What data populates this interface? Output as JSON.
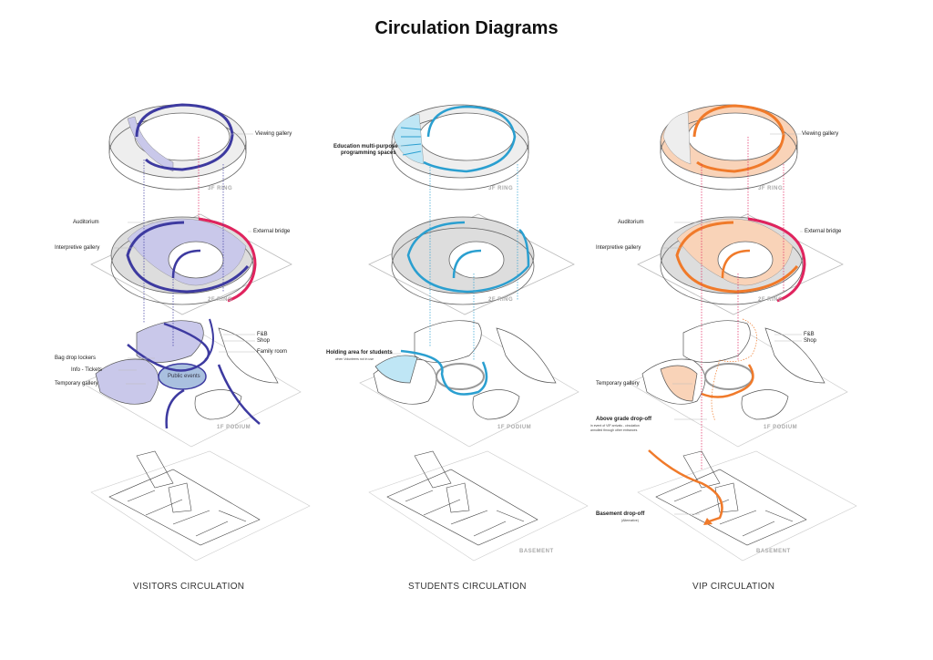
{
  "title": "Circulation Diagrams",
  "levels": {
    "ring3": "3F RING",
    "ring2": "2F RING",
    "podium": "1F PODIUM",
    "basement": "BASEMENT"
  },
  "colors": {
    "visitors": "#3d3aa0",
    "visitors_fill": "#c9c8ea",
    "bridge": "#e0245e",
    "students": "#2a9fd0",
    "students_fill": "#bfe6f5",
    "vip": "#f07a2a",
    "vip_fill": "#f9d3b8",
    "guide": "#999999"
  },
  "columns": [
    {
      "key": "visitors",
      "caption": "VISITORS CIRCULATION",
      "labels": {
        "viewing_gallery": "Viewing gallery",
        "auditorium": "Auditorium",
        "external_bridge": "External bridge",
        "interpretive_gallery": "Interpretive gallery",
        "fb": "F&B",
        "shop": "Shop",
        "family_room": "Family room",
        "bag_drop": "Bag drop lockers",
        "info_tickets": "Info - Tickets",
        "temporary_gallery": "Temporary gallery",
        "public_events": "Public events"
      }
    },
    {
      "key": "students",
      "caption": "STUDENTS CIRCULATION",
      "labels": {
        "education_1": "Education multi-purpose",
        "education_2": "programming spaces",
        "holding_area": "Holding area for students",
        "holding_note": "when Volunteers not in use"
      }
    },
    {
      "key": "vip",
      "caption": "VIP CIRCULATION",
      "labels": {
        "viewing_gallery": "Viewing gallery",
        "auditorium": "Auditorium",
        "external_bridge": "External bridge",
        "interpretive_gallery": "Interpretive gallery",
        "fb": "F&B",
        "shop": "Shop",
        "temporary_gallery": "Temporary gallery",
        "above_grade": "Above grade drop-off",
        "above_grade_note_1": "in event of VIP arrivals - circulation",
        "above_grade_note_2": "annulled through other entrances",
        "basement_dropoff": "Basement drop-off",
        "basement_note": "(Alternative)"
      }
    }
  ]
}
